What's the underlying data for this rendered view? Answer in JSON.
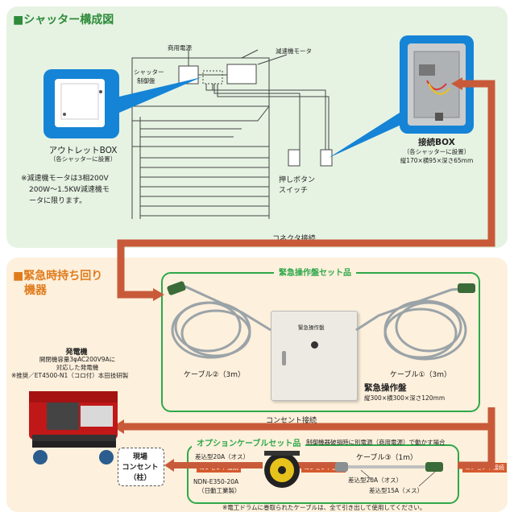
{
  "top": {
    "title": "■シャッター構成図",
    "outlet_box": "アウトレットBOX",
    "outlet_box_note": "（各シャッターに設置）",
    "motor_note_1": "※減速機モータは3相200V",
    "motor_note_2": "200W〜1.5KW減速機モ",
    "motor_note_3": "ータに限ります。",
    "power_label": "商用電源",
    "control_label_1": "シャッター",
    "control_label_2": "制御盤",
    "motor_label": "減速機モータ",
    "push_button_1": "押しボタン",
    "push_button_2": "スイッチ",
    "junction_box": "接続BOX",
    "junction_box_note": "（各シャッターに設置）",
    "junction_box_size": "縦170×横95×深さ65mm"
  },
  "connector_label": "コネクタ接続",
  "bottom": {
    "title_1": "■緊急時持ち回り",
    "title_2": "機器",
    "set_title": "緊急操作盤セット品",
    "cable2": "ケーブル②（3m）",
    "cable1": "ケーブル①（3m）",
    "panel_plate": "緊急操作盤",
    "panel_name": "緊急操作盤",
    "panel_size": "縦300×横300×深さ120mm",
    "generator_title": "発電機",
    "generator_line1": "開閉機容量3φAC200V9Aに",
    "generator_line2": "対応した発電機",
    "generator_line3": "※推奨／ET4500-N1（コロ付）本田技研製",
    "outlet_connect": "コンセント接続",
    "option_title": "オプションケーブルセット品",
    "option_note": "制御機器破損時に別電源（商用電源）で動かす場合",
    "site_outlet_1": "現場",
    "site_outlet_2": "コンセント",
    "site_outlet_3": "（柱）",
    "plug20_left": "差込型20A（オス）",
    "outlet_connect_small": "コンセント接続",
    "drum_model": "NDN-E350-20A",
    "drum_maker": "（日動工業製）",
    "cable3": "ケーブル③（1m）",
    "plug20_right": "差込型20A（オス）",
    "plug15": "差込型15A（メス）",
    "footnote": "※電工ドラムに巻取られたケーブルは、全て引き出して使用してください。"
  },
  "colors": {
    "green": "#2ea84a",
    "orange": "#e07b1c",
    "blue": "#1584d6",
    "brown": "#c85a3a"
  }
}
